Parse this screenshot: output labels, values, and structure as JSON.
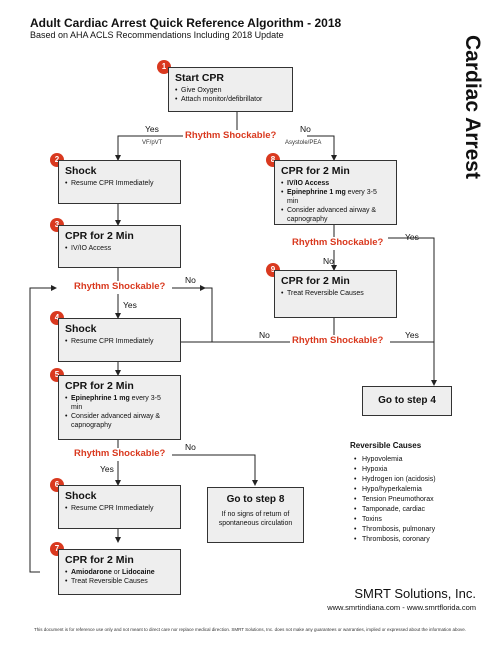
{
  "header": {
    "title": "Adult Cardiac Arrest Quick Reference Algorithm - 2018",
    "subtitle": "Based on AHA ACLS Recommendations Including 2018 Update",
    "side_title": "Cardiac Arrest"
  },
  "steps": {
    "s1": {
      "num": "1",
      "title": "Start CPR",
      "items": [
        "Give Oxygen",
        "Attach monitor/defibrillator"
      ]
    },
    "s2": {
      "num": "2",
      "title": "Shock",
      "items": [
        "Resume CPR Immediately"
      ]
    },
    "s3": {
      "num": "3",
      "title": "CPR for 2 Min",
      "items": [
        "IV/IO Access"
      ]
    },
    "s4": {
      "num": "4",
      "title": "Shock",
      "items": [
        "Resume CPR Immediately"
      ]
    },
    "s5": {
      "num": "5",
      "title": "CPR for 2 Min",
      "item1_bold": "Epinephrine 1 mg",
      "item1_rest": " every 3-5 min",
      "item2": "Consider advanced airway & capnography"
    },
    "s6": {
      "num": "6",
      "title": "Shock",
      "items": [
        "Resume CPR Immediately"
      ]
    },
    "s7": {
      "num": "7",
      "title": "CPR for 2 Min",
      "item1_a": "Amiodarone",
      "item1_or": " or ",
      "item1_b": "Lidocaine",
      "item2": "Treat Reversible Causes"
    },
    "s8": {
      "num": "8",
      "title": "CPR for 2 Min",
      "item1": "IV/IO Access",
      "item2_bold": "Epinephrine 1 mg",
      "item2_rest": " every 3-5 min",
      "item3": "Consider advanced airway & capnography"
    },
    "s9": {
      "num": "9",
      "title": "CPR for 2 Min",
      "items": [
        "Treat Reversible Causes"
      ]
    }
  },
  "decisions": {
    "q": "Rhythm Shockable?",
    "yes": "Yes",
    "no": "No",
    "vf": "VF/pVT",
    "asystole": "Asystole/PEA"
  },
  "goto": {
    "step4": "Go to step 4",
    "step8": "Go to step 8",
    "step8_note": "If no signs of return of spontaneous circulation"
  },
  "reversible": {
    "title": "Reversible Causes",
    "items": [
      "Hypovolemia",
      "Hypoxia",
      "Hydrogen ion (acidosis)",
      "Hypo/hyperkalemia",
      "Tension Pneumothorax",
      "Tamponade, cardiac",
      "Toxins",
      "Thrombosis, pulmonary",
      "Thrombosis, coronary"
    ]
  },
  "footer": {
    "brand": "SMRT Solutions, Inc.",
    "sites": "www.smrtindiana.com - www.smrtflorida.com",
    "disclaimer": "This document is for reference use only and not meant to direct care nor replace medical direction. SMRT Solutions, Inc. does not make any guarantees or warranties, implied or expressed about the information above."
  },
  "colors": {
    "accent": "#d9391f",
    "box": "#eeeeee"
  }
}
